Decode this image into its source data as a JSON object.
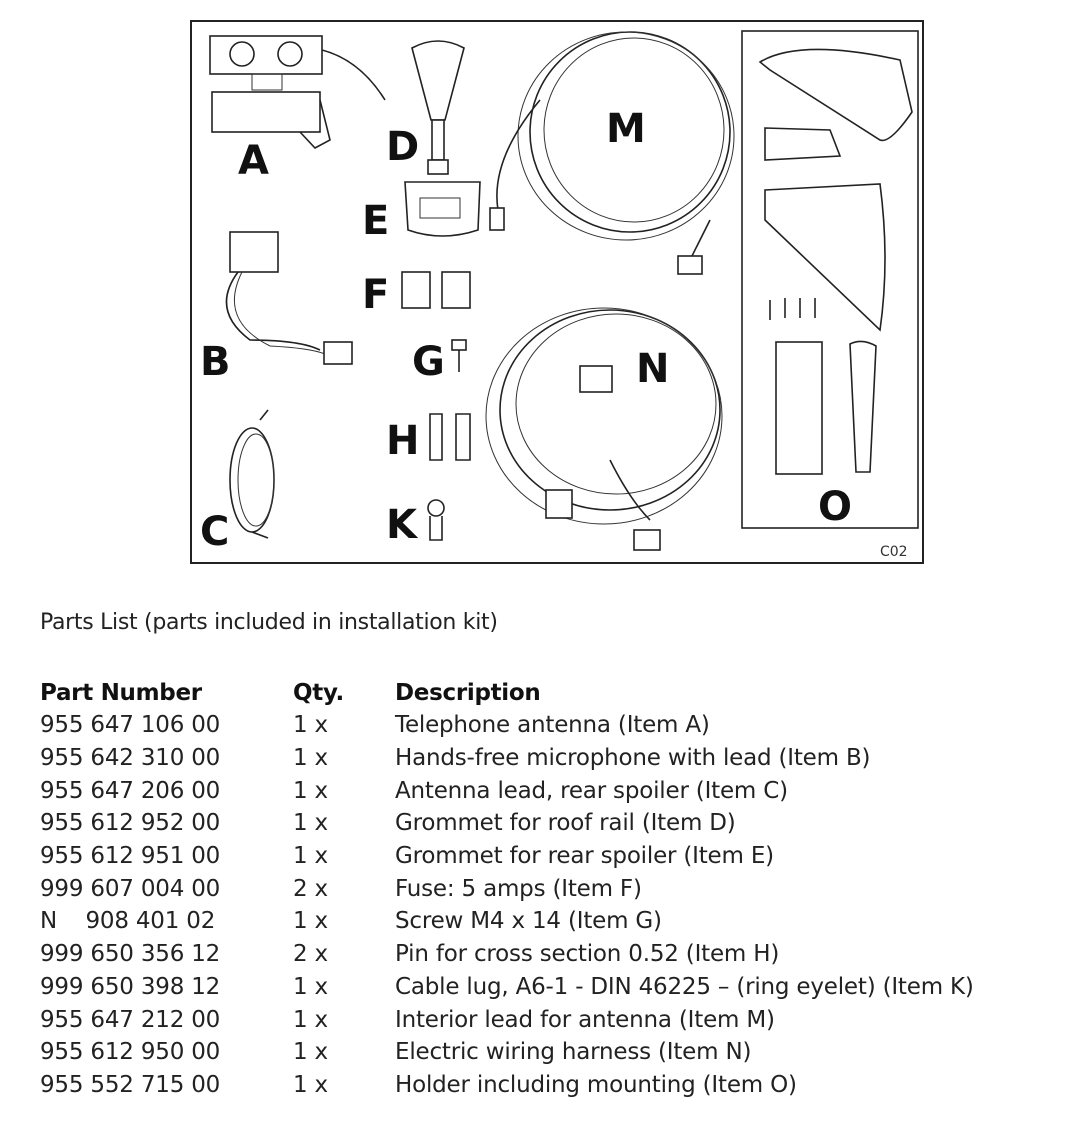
{
  "figure": {
    "letters": {
      "A": "A",
      "B": "B",
      "C": "C",
      "D": "D",
      "E": "E",
      "F": "F",
      "G": "G",
      "H": "H",
      "K": "K",
      "M": "M",
      "N": "N",
      "O": "O"
    },
    "code": "C02"
  },
  "parts_list": {
    "caption": "Parts List (parts included in installation kit)",
    "headers": {
      "part_number": "Part Number",
      "qty": "Qty.",
      "description": "Description"
    },
    "rows": [
      {
        "part_number": "955 647 106 00",
        "qty": "1 x",
        "description": "Telephone antenna (Item A)"
      },
      {
        "part_number": "955 642 310 00",
        "qty": "1 x",
        "description": "Hands-free microphone with lead (Item B)"
      },
      {
        "part_number": "955 647 206 00",
        "qty": "1 x",
        "description": "Antenna lead, rear spoiler (Item C)"
      },
      {
        "part_number": "955 612 952 00",
        "qty": "1 x",
        "description": "Grommet for roof rail (Item D)"
      },
      {
        "part_number": "955 612 951 00",
        "qty": "1 x",
        "description": "Grommet for rear spoiler (Item E)"
      },
      {
        "part_number": "999 607 004 00",
        "qty": "2 x",
        "description": "Fuse: 5 amps (Item F)"
      },
      {
        "part_number": "N    908 401 02",
        "qty": "1 x",
        "description": "Screw M4 x 14 (Item G)"
      },
      {
        "part_number": "999 650 356 12",
        "qty": "2 x",
        "description": "Pin for cross section 0.52 (Item H)"
      },
      {
        "part_number": "999 650 398 12",
        "qty": "1 x",
        "description": "Cable lug, A6-1 - DIN 46225 – (ring eyelet) (Item K)"
      },
      {
        "part_number": "955 647 212 00",
        "qty": "1 x",
        "description": "Interior lead for antenna (Item M)"
      },
      {
        "part_number": "955 612 950 00",
        "qty": "1 x",
        "description": "Electric wiring harness (Item N)"
      },
      {
        "part_number": "955 552 715 00",
        "qty": "1 x",
        "description": "Holder including mounting (Item O)"
      }
    ]
  }
}
